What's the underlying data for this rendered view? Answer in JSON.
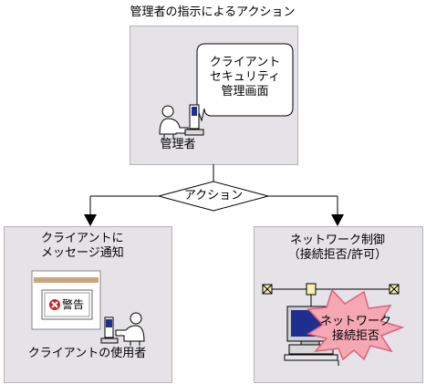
{
  "title": "管理者の指示によるアクション",
  "admin_box": {
    "bubble_lines": [
      "クライアント",
      "セキュリティ",
      "管理画面"
    ],
    "role_label": "管理者"
  },
  "decision": {
    "label": "アクション"
  },
  "client_box": {
    "title_lines": [
      "クライアントに",
      "メッセージ通知"
    ],
    "warning_label": "警告",
    "role_label": "クライアントの使用者"
  },
  "network_box": {
    "title_lines": [
      "ネットワーク制御",
      "（接続拒否/許可）"
    ],
    "burst_lines": [
      "ネットワーク",
      "接続拒否"
    ]
  },
  "colors": {
    "panel": "#e6e3e8",
    "panel_border": "#b5b2b8",
    "window_titlebar": "#c8a57a",
    "warning_icon": "#cc2222",
    "burst_fill": "#f5a8b4",
    "burst_stroke": "#e0607a",
    "node_fill": "#f5f0b0",
    "monitor_screen": "#1e2f90"
  }
}
